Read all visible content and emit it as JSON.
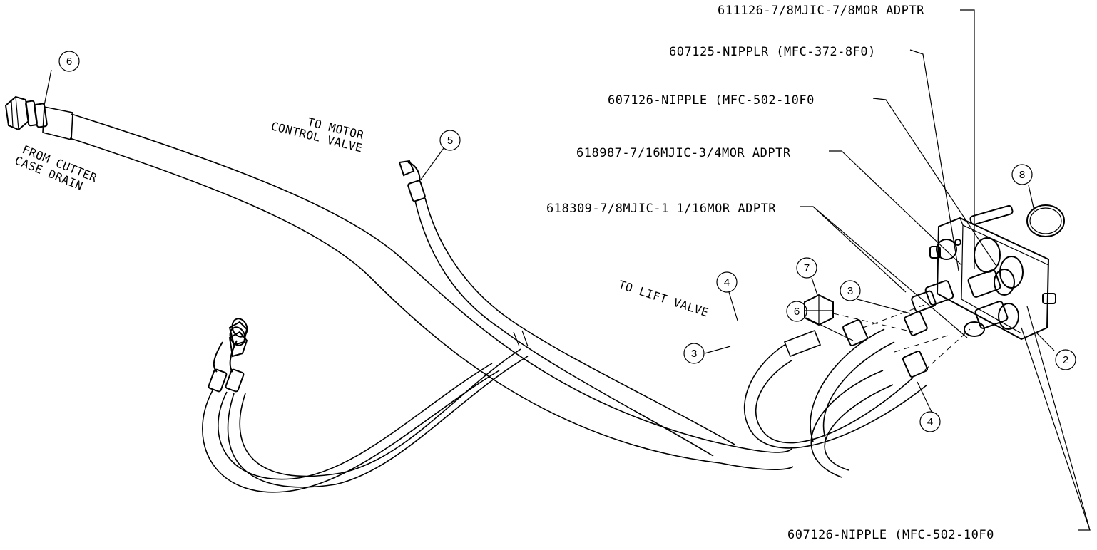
{
  "callouts": {
    "c1": "611126-7/8MJIC-7/8MOR ADPTR",
    "c2": "607125-NIPPLR (MFC-372-8F0)",
    "c3": "607126-NIPPLE (MFC-502-10F0",
    "c4": "618987-7/16MJIC-3/4MOR ADPTR",
    "c5": "618309-7/8MJIC-1 1/16MOR ADPTR",
    "c6": "607126-NIPPLE (MFC-502-10F0"
  },
  "notes": {
    "from_cutter_1": "FROM CUTTER",
    "from_cutter_2": "CASE DRAIN",
    "to_motor_1": "TO MOTOR",
    "to_motor_2": "CONTROL VALVE",
    "to_lift": "TO LIFT VALVE"
  },
  "balloons": {
    "b6_left": "6",
    "b5": "5",
    "b8": "8",
    "b7": "7",
    "b4_top": "4",
    "b3_mid": "3",
    "b6_mid": "6",
    "b3_left": "3",
    "b2": "2",
    "b4_bottom": "4"
  }
}
